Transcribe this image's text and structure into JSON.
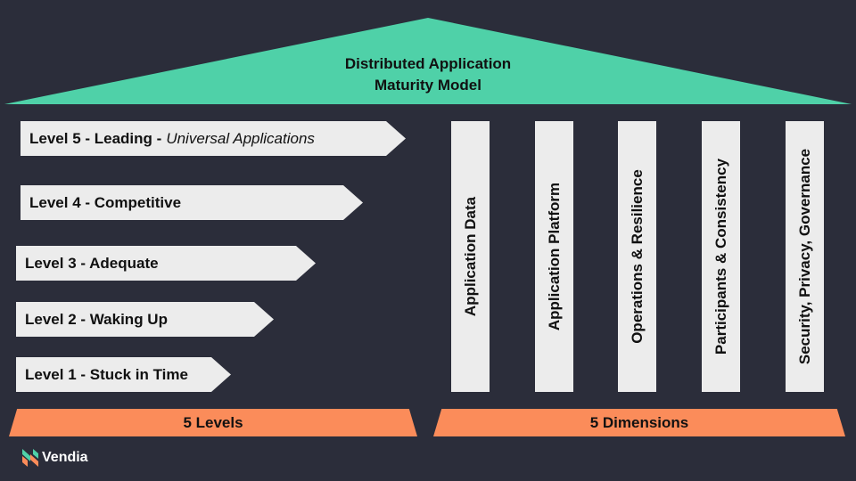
{
  "roof": {
    "title_line1": "Distributed Application",
    "title_line2": "Maturity Model",
    "color": "#4fd1a8"
  },
  "levels": [
    {
      "label": "Level 5 - Leading -",
      "sub": "Universal Applications"
    },
    {
      "label": "Level 4 - Competitive"
    },
    {
      "label": "Level 3 - Adequate"
    },
    {
      "label": "Level 2 - Waking Up"
    },
    {
      "label": "Level 1 - Stuck in Time"
    }
  ],
  "dimensions": [
    "Application Data",
    "Application Platform",
    "Operations & Resilience",
    "Participants & Consistency",
    "Security, Privacy, Governance"
  ],
  "base": {
    "left_label": "5 Levels",
    "right_label": "5 Dimensions",
    "color": "#fb8c5a"
  },
  "brand": {
    "name": "Vendia",
    "icon": "vendia-logo-icon"
  },
  "colors": {
    "background": "#2b2d3a",
    "block": "#ececec"
  }
}
